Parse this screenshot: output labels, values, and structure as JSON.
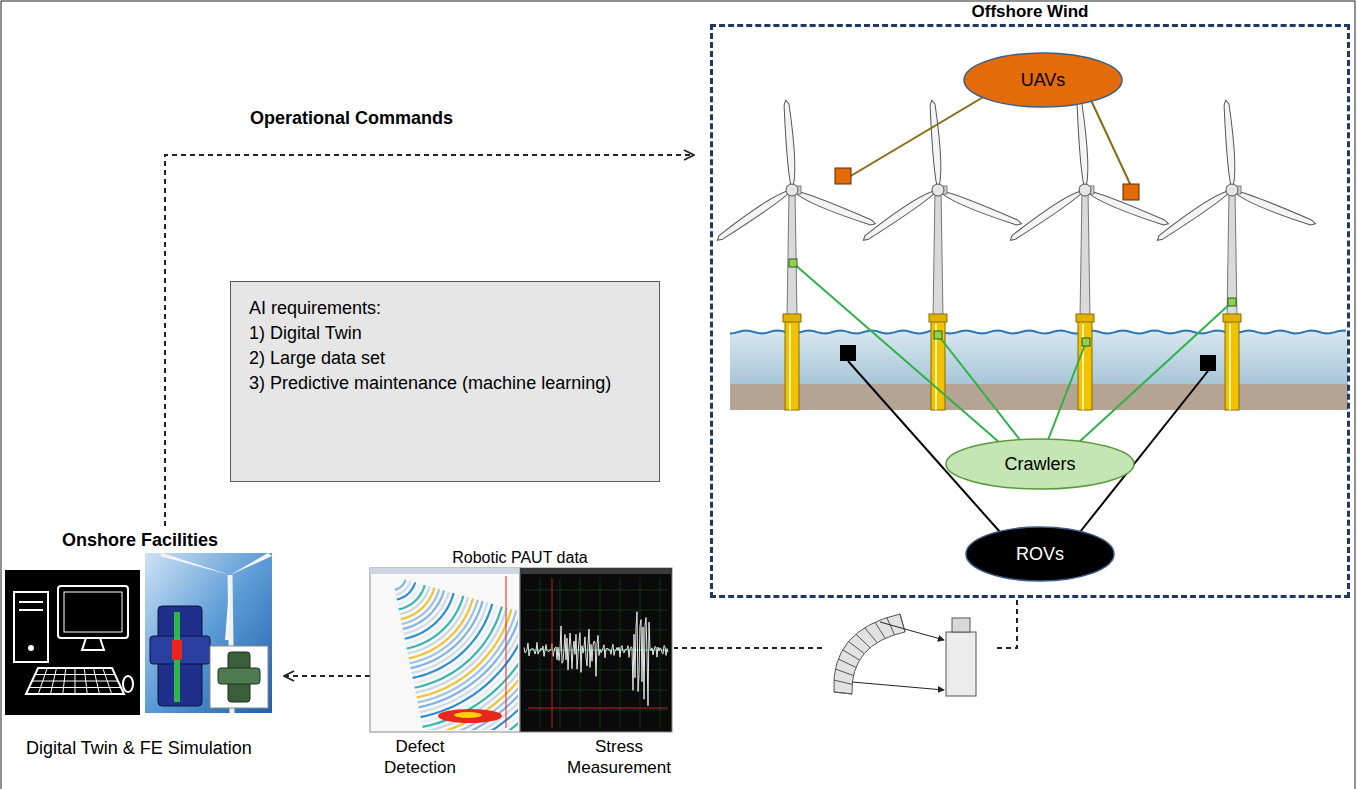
{
  "diagram": {
    "nodes": [
      {
        "text": [
          "Offshore Wind"
        ]
      },
      {
        "text": [
          "UAVs"
        ],
        "in": 0
      },
      {
        "text": [
          "Crawlers"
        ],
        "in": 0
      },
      {
        "text": [
          "ROVs"
        ],
        "in": 0
      },
      {
        "text": [
          "AI requirements:",
          "1) Digital Twin",
          "2) Large data set",
          "3) Predictive maintenance (machine learning)"
        ]
      }
    ],
    "labels": [
      "Operational Commands",
      "Onshore Facilities",
      "Robotic PAUT data",
      "Digital Twin & FE Simulation",
      "Defect Detection",
      "Stress Measurement"
    ]
  }
}
